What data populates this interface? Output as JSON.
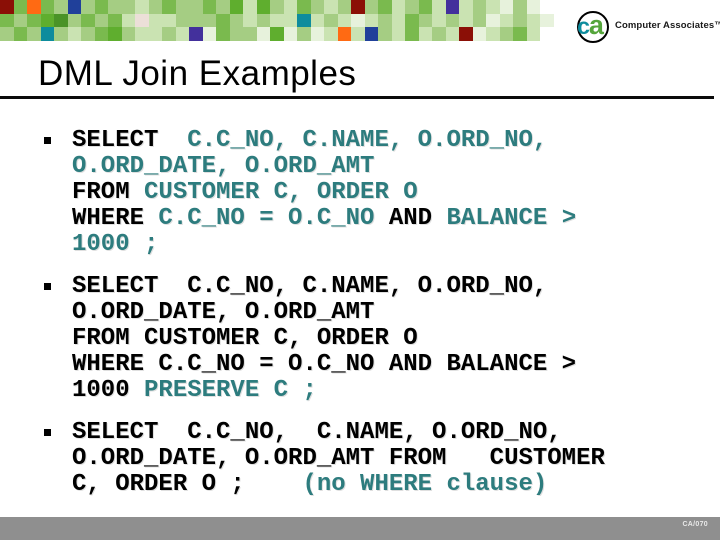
{
  "title": "DML Join Examples",
  "logo": {
    "c": "c",
    "a": "a",
    "brand": "Computer Associates™"
  },
  "footer": {
    "code": "CA/070"
  },
  "colors": {
    "teal_code": "#2d7c7e",
    "black_code": "#000000",
    "footer_bar": "#8f8f8f",
    "logo_c": "#0e8c9d",
    "logo_a": "#55a53b",
    "title_text": "#000000"
  },
  "mosaic": {
    "palette": {
      "R": "#8b0f06",
      "O": "#ff6a13",
      "B": "#20409a",
      "T": "#0e8c9d",
      "P": "#43309c",
      "d": "#4a9327",
      "s": "#5fae2e",
      "m": "#7aba4e",
      "l": "#a5cd83",
      "p": "#cae3b2",
      "q": "#e7f2dc",
      "r": "#ecdfd8"
    },
    "rows": [
      "RmOmlBlmllplmllmlspslpmlplRlmplmpPplpqlq",
      "mlmsdlmlmprpplllmlplppTplpqplpmlplplqplpq",
      "lmlTlplmslpplpPqmllqsqlqpOpBlpmplpRqplmp"
    ]
  },
  "bullets": [
    {
      "lines": [
        [
          {
            "k": "b",
            "t": "SELECT"
          },
          {
            "k": "t",
            "t": "  C.C_NO, C.NAME, O.ORD_NO,"
          }
        ],
        [
          {
            "k": "t",
            "t": "O.ORD_DATE, O.ORD_AMT"
          }
        ],
        [
          {
            "k": "b",
            "t": "FROM"
          },
          {
            "k": "t",
            "t": " CUSTOMER C, ORDER O"
          }
        ],
        [
          {
            "k": "b",
            "t": "WHERE"
          },
          {
            "k": "t",
            "t": " C.C_NO = O.C_NO "
          },
          {
            "k": "b",
            "t": "AND"
          },
          {
            "k": "t",
            "t": " BALANCE >"
          }
        ],
        [
          {
            "k": "t",
            "t": "1000 ;"
          }
        ]
      ]
    },
    {
      "lines": [
        [
          {
            "k": "b",
            "t": "SELECT  C.C_NO, C.NAME, O.ORD_NO,"
          }
        ],
        [
          {
            "k": "b",
            "t": "O.ORD_DATE, O.ORD_AMT"
          }
        ],
        [
          {
            "k": "b",
            "t": "FROM CUSTOMER C, ORDER O"
          }
        ],
        [
          {
            "k": "b",
            "t": "WHERE C.C_NO = O.C_NO AND BALANCE >"
          }
        ],
        [
          {
            "k": "b",
            "t": "1000 "
          },
          {
            "k": "t",
            "t": "PRESERVE C ;"
          }
        ]
      ]
    },
    {
      "lines": [
        [
          {
            "k": "b",
            "t": "SELECT  C.C_NO,  C.NAME, O.ORD_NO,"
          }
        ],
        [
          {
            "k": "b",
            "t": "O.ORD_DATE, O.ORD_AMT FROM   CUSTOMER"
          }
        ],
        [
          {
            "k": "b",
            "t": "C, ORDER O ;    "
          },
          {
            "k": "t",
            "t": "(no WHERE clause)"
          }
        ]
      ]
    }
  ]
}
